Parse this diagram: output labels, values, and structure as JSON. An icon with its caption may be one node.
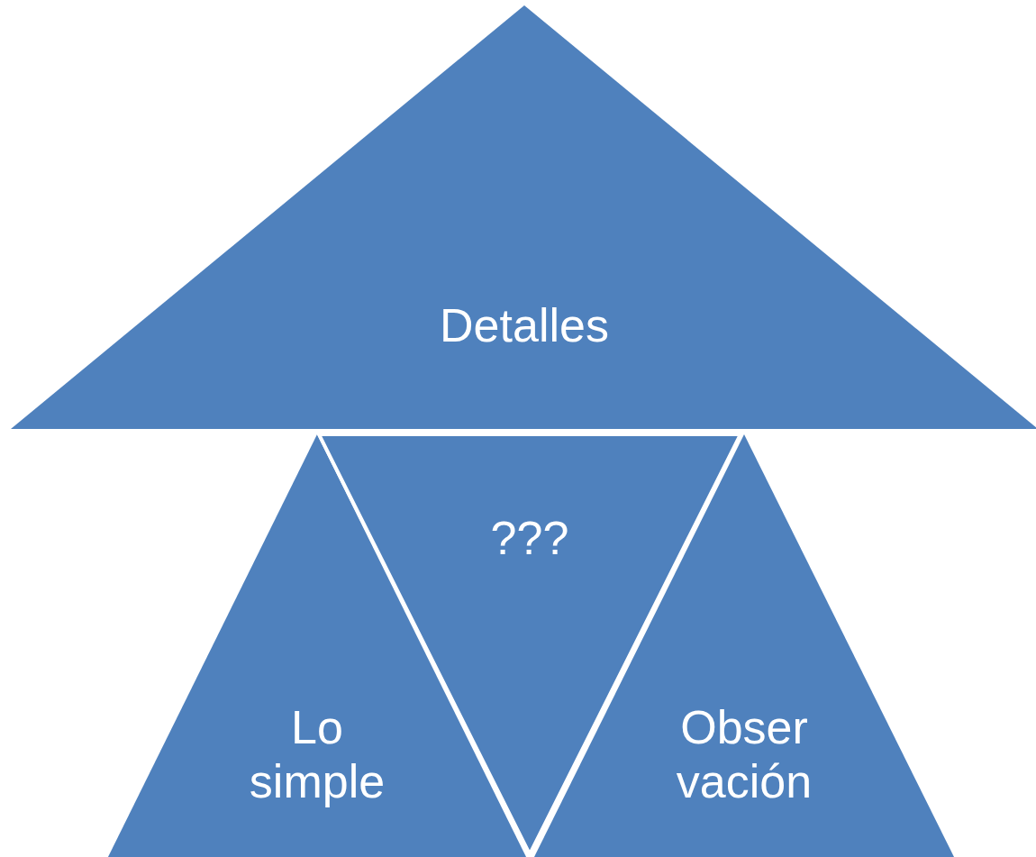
{
  "diagram": {
    "nodes": [
      {
        "text": [
          "Detalles"
        ]
      },
      {
        "text": [
          "Lo simple"
        ]
      },
      {
        "text": [
          "???"
        ]
      },
      {
        "text": [
          "Obser vación"
        ]
      }
    ],
    "edges": []
  }
}
